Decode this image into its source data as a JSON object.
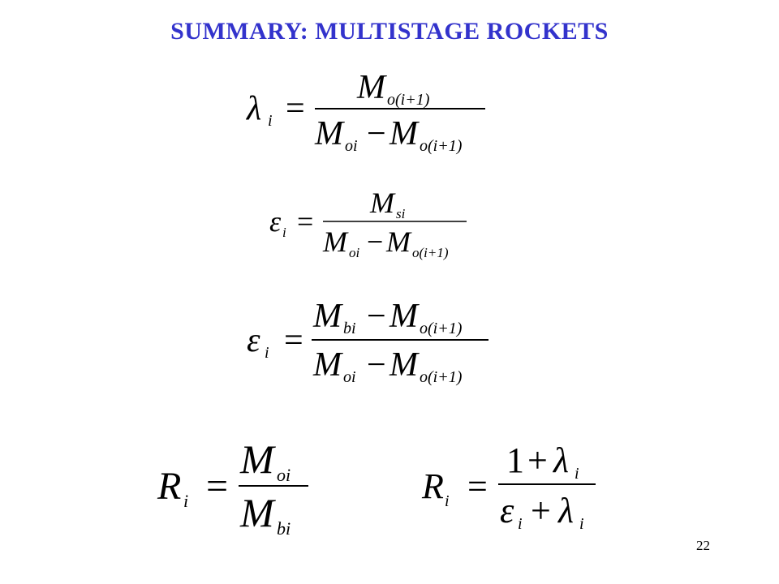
{
  "title": "SUMMARY: MULTISTAGE ROCKETS",
  "page_number": "22",
  "symbols": {
    "lambda": "λ",
    "epsilon": "ε",
    "M": "M",
    "R": "R",
    "i": "i",
    "equals": "=",
    "minus": "−",
    "plus": "+",
    "one": "1",
    "sub_oi": "oi",
    "sub_o_next": "o(i+1)",
    "sub_si": "si",
    "sub_bi": "bi"
  }
}
